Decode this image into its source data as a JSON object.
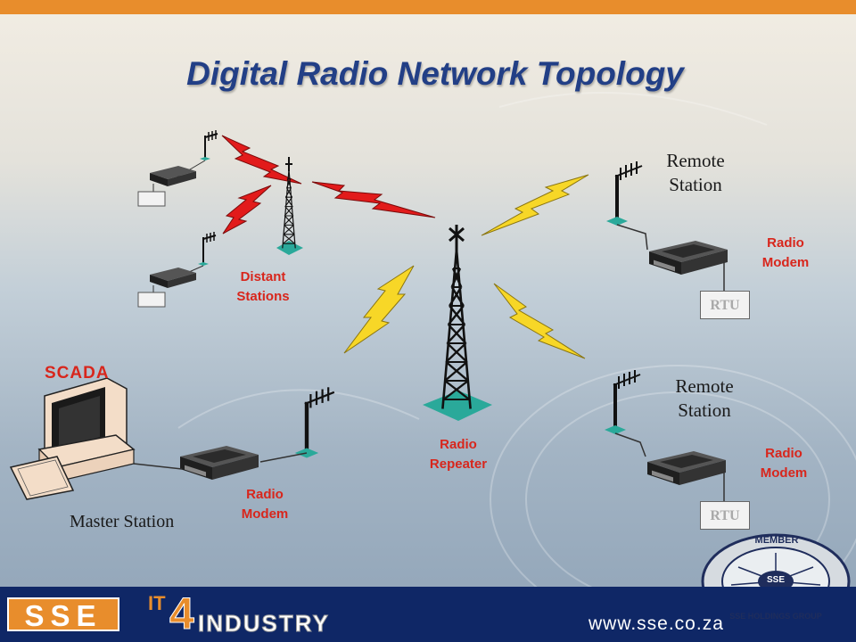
{
  "title": "Digital Radio Network Topology",
  "labels": {
    "distant_stations": [
      "Distant",
      "Stations"
    ],
    "remote_station_top": [
      "Remote",
      "Station"
    ],
    "remote_station_bottom": [
      "Remote",
      "Station"
    ],
    "radio_modem_top": [
      "Radio",
      "Modem"
    ],
    "radio_modem_bottom_right": [
      "Radio",
      "Modem"
    ],
    "radio_modem_master": [
      "Radio",
      "Modem"
    ],
    "radio_repeater": [
      "Radio",
      "Repeater"
    ],
    "scada": "SCADA",
    "master_station": "Master Station",
    "rtu_top": "RTU",
    "rtu_bottom": "RTU"
  },
  "footer": {
    "logo": "SSE",
    "it": "IT",
    "four": "4",
    "industry": "INDUSTRY",
    "url": "www.sse.co.za"
  },
  "badge": {
    "member": "MEMBER",
    "center": "SSE",
    "group": "SSE HOLDINGS GROUP"
  },
  "colors": {
    "title": "#223f86",
    "label_red": "#d8261c",
    "lightning_red": "#e21b1b",
    "lightning_yellow": "#f7d727",
    "footer": "#0f2766",
    "accent_orange": "#e88d2c",
    "tower_base": "#2aa99a"
  }
}
